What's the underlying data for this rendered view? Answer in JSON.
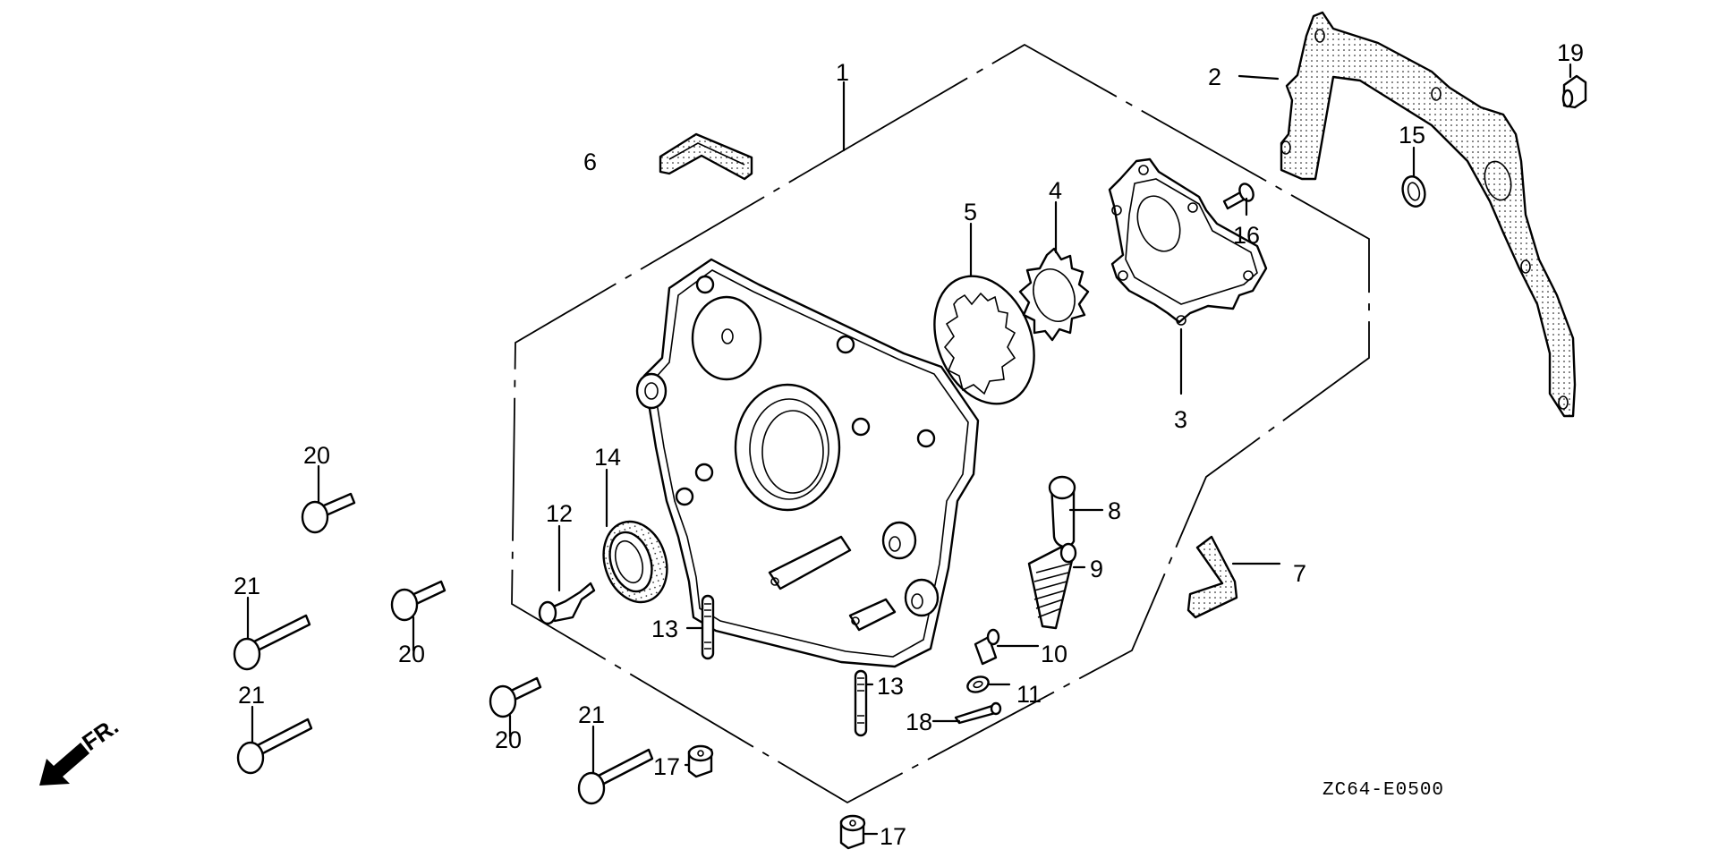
{
  "diagram": {
    "title": "Oil pump exploded parts diagram",
    "drawing_code": "ZC64-E0500",
    "direction_indicator": "FR.",
    "callouts": [
      {
        "id": "c1",
        "label": "1"
      },
      {
        "id": "c2",
        "label": "2"
      },
      {
        "id": "c3",
        "label": "3"
      },
      {
        "id": "c4",
        "label": "4"
      },
      {
        "id": "c5",
        "label": "5"
      },
      {
        "id": "c6",
        "label": "6"
      },
      {
        "id": "c7",
        "label": "7"
      },
      {
        "id": "c8",
        "label": "8"
      },
      {
        "id": "c9",
        "label": "9"
      },
      {
        "id": "c10",
        "label": "10"
      },
      {
        "id": "c11",
        "label": "11"
      },
      {
        "id": "c12",
        "label": "12"
      },
      {
        "id": "c13a",
        "label": "13"
      },
      {
        "id": "c13b",
        "label": "13"
      },
      {
        "id": "c14",
        "label": "14"
      },
      {
        "id": "c15",
        "label": "15"
      },
      {
        "id": "c16",
        "label": "16"
      },
      {
        "id": "c17a",
        "label": "17"
      },
      {
        "id": "c17b",
        "label": "17"
      },
      {
        "id": "c18",
        "label": "18"
      },
      {
        "id": "c19",
        "label": "19"
      },
      {
        "id": "c20a",
        "label": "20"
      },
      {
        "id": "c20b",
        "label": "20"
      },
      {
        "id": "c20c",
        "label": "20"
      },
      {
        "id": "c21a",
        "label": "21"
      },
      {
        "id": "c21b",
        "label": "21"
      },
      {
        "id": "c21c",
        "label": "21"
      }
    ]
  }
}
